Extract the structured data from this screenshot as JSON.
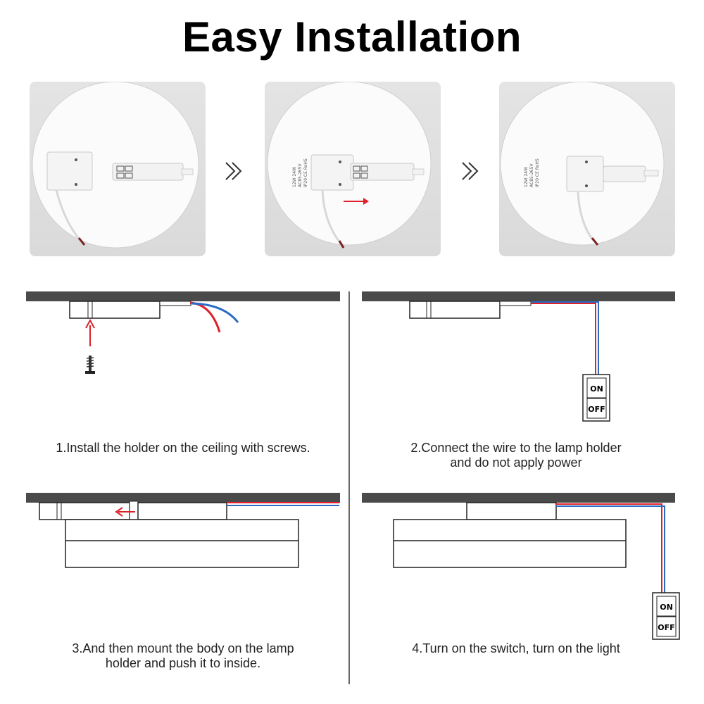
{
  "title": "Easy Installation",
  "switch": {
    "on": "ON",
    "off": "OFF"
  },
  "steps": [
    {
      "lines": [
        "1.Install the holder on the ceiling with screws."
      ]
    },
    {
      "lines": [
        "2.Connect the wire to the lamp holder",
        "and do not apply power"
      ]
    },
    {
      "lines": [
        "3.And then mount the body on the lamp",
        "holder and push it to inside."
      ]
    },
    {
      "lines": [
        "4.Turn on the switch, turn on the light"
      ]
    }
  ],
  "photos": [
    {
      "label_lines": []
    },
    {
      "label_lines": [
        "12W 24W",
        "AC85-265V",
        "IP20 CE RoHS"
      ]
    },
    {
      "label_lines": [
        "12W 24W",
        "AC85-265V",
        "IP20 CE RoHS"
      ]
    }
  ],
  "colors": {
    "ceiling": "#4a4a4a",
    "wire_red": "#e0202a",
    "wire_blue": "#2a6cc4",
    "arrow_red": "#d8222a"
  }
}
